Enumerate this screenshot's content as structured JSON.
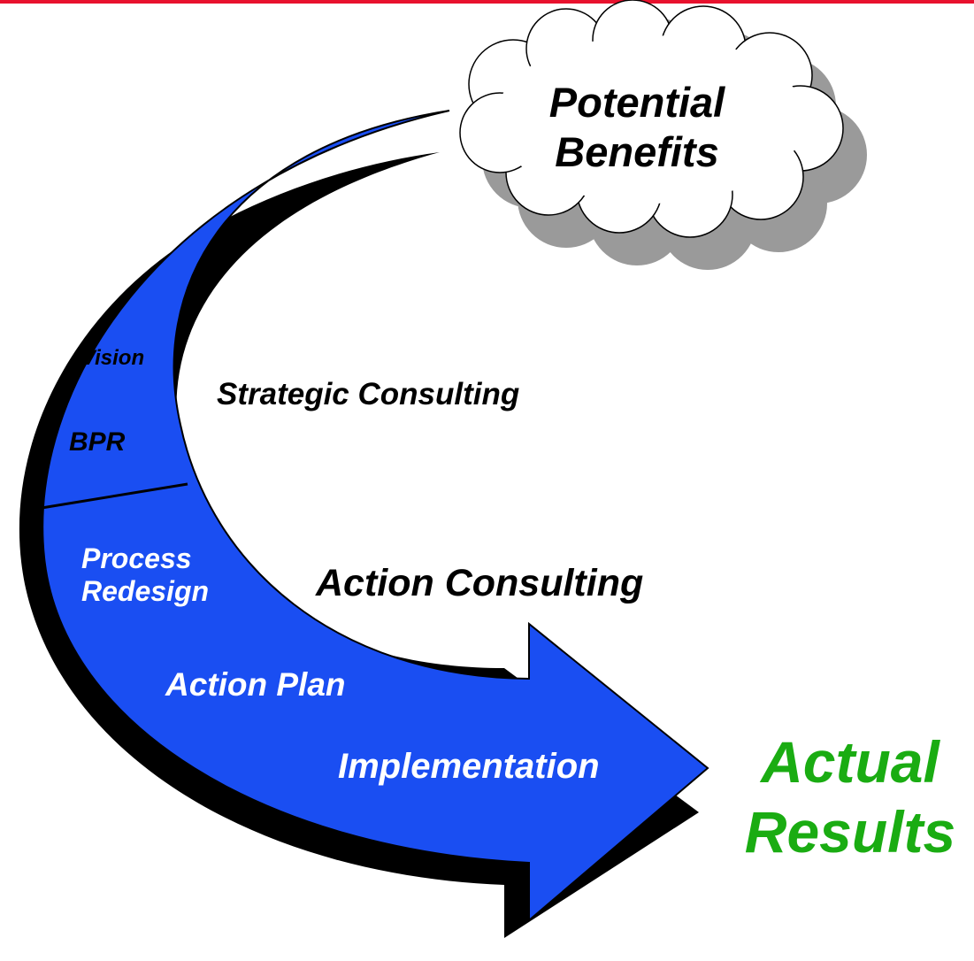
{
  "cloud": {
    "line1": "Potential",
    "line2": "Benefits"
  },
  "arrow": {
    "stage_top": "Vision",
    "stage_bpr": "BPR",
    "stage_process_line1": "Process",
    "stage_process_line2": "Redesign",
    "stage_action_plan": "Action Plan",
    "stage_implementation": "Implementation"
  },
  "labels": {
    "strategic": "Strategic Consulting",
    "action": "Action Consulting"
  },
  "result": {
    "line1": "Actual",
    "line2": "Results"
  },
  "colors": {
    "accent_bar": "#e8112d",
    "arrow_fill": "#1a4ef2",
    "shadow": "#000000",
    "result_text": "#1aac12"
  }
}
